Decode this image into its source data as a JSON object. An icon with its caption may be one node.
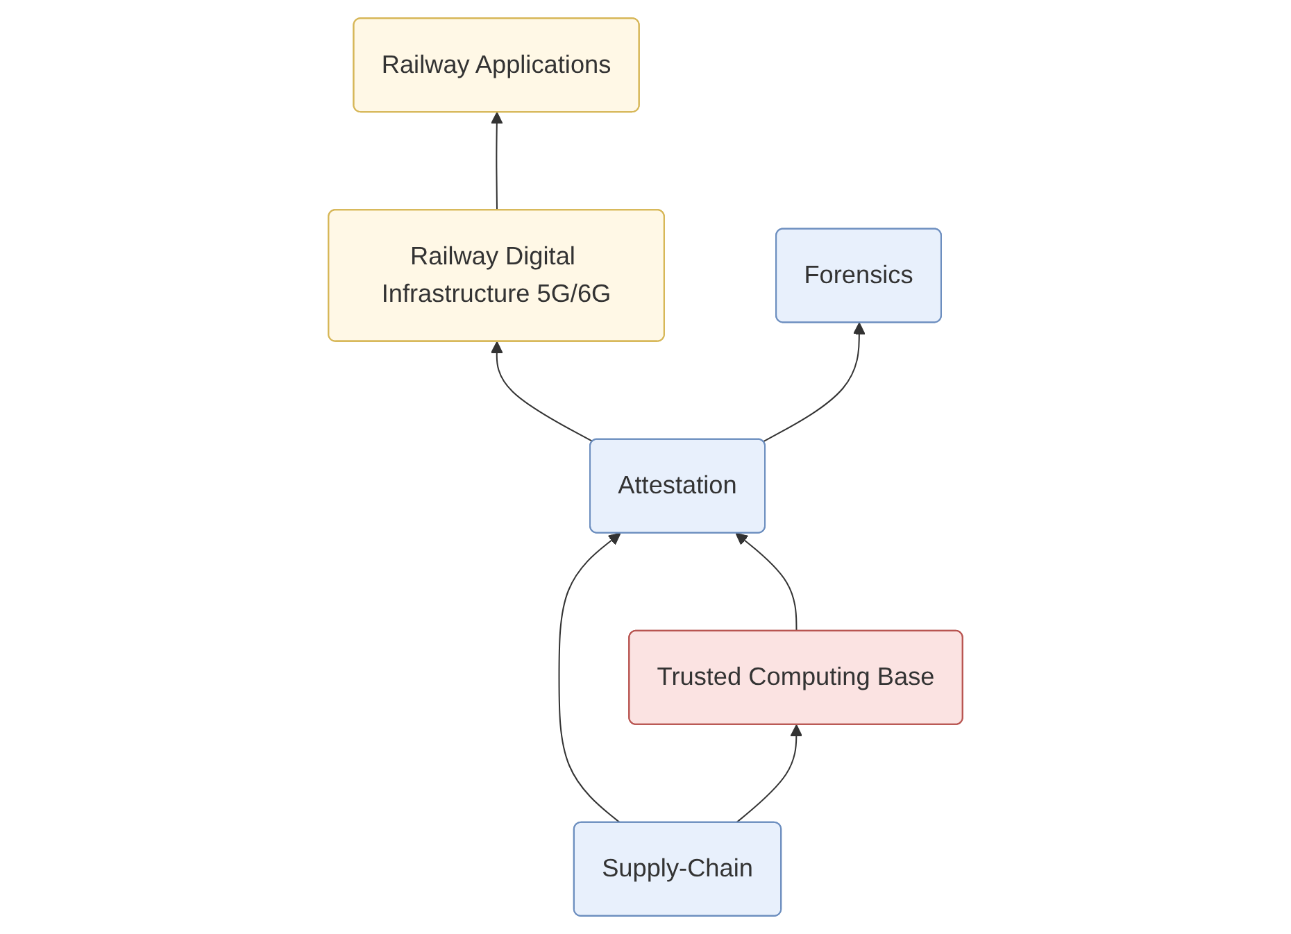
{
  "diagram": {
    "nodes": [
      {
        "text": [
          "Railway Applications"
        ]
      },
      {
        "text": [
          "Railway Digital Infrastructure 5G/6G"
        ]
      },
      {
        "text": [
          "Supply-Chain"
        ]
      },
      {
        "text": [
          "Attestation"
        ]
      },
      {
        "text": [
          "Forensics"
        ]
      },
      {
        "text": [
          "Trusted Computing Base"
        ]
      }
    ],
    "edges": [
      {
        "from": 1,
        "to": 0,
        "arrow": "to"
      },
      {
        "from": 3,
        "to": 1,
        "arrow": "to"
      },
      {
        "from": 2,
        "to": 3,
        "arrow": "to"
      },
      {
        "from": 3,
        "to": 4,
        "arrow": "to"
      },
      {
        "from": 5,
        "to": 3,
        "arrow": "to"
      },
      {
        "from": 2,
        "to": 5,
        "arrow": "to"
      }
    ]
  }
}
